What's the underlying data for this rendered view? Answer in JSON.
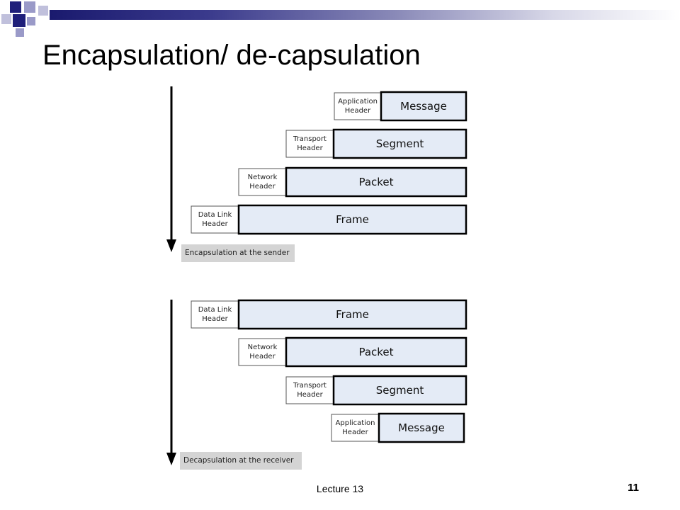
{
  "slide": {
    "title": "Encapsulation/ de-capsulation",
    "footer": "Lecture 13",
    "number": "11"
  },
  "colors": {
    "header_fill": "#ffffff",
    "payload_fill": "#e4ebf6",
    "label_fill": "#d4d4d4",
    "border": "#000000"
  },
  "encapsulation": {
    "label": "Encapsulation at the sender",
    "layers": [
      {
        "header": [
          "Application",
          "Header"
        ],
        "payload": "Message"
      },
      {
        "header": [
          "Transport",
          "Header"
        ],
        "payload": "Segment"
      },
      {
        "header": [
          "Network",
          "Header"
        ],
        "payload": "Packet"
      },
      {
        "header": [
          "Data Link",
          "Header"
        ],
        "payload": "Frame"
      }
    ]
  },
  "decapsulation": {
    "label": "Decapsulation at the receiver",
    "layers": [
      {
        "header": [
          "Data Link",
          "Header"
        ],
        "payload": "Frame"
      },
      {
        "header": [
          "Network",
          "Header"
        ],
        "payload": "Packet"
      },
      {
        "header": [
          "Transport",
          "Header"
        ],
        "payload": "Segment"
      },
      {
        "header": [
          "Application",
          "Header"
        ],
        "payload": "Message"
      }
    ]
  }
}
